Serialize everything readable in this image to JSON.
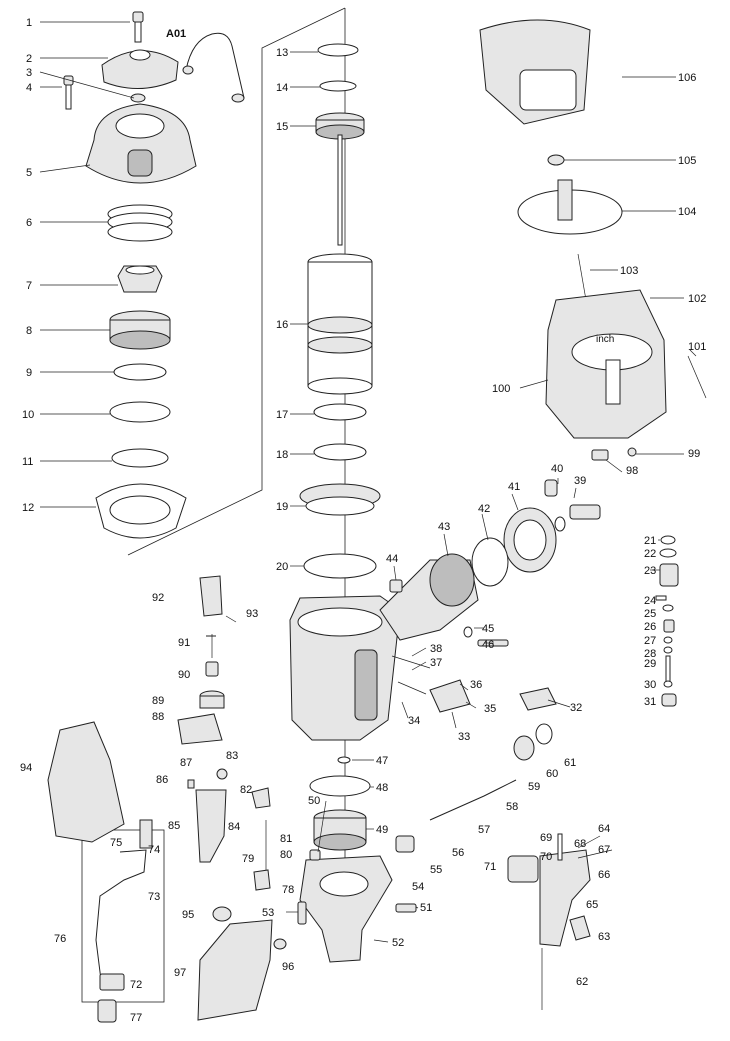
{
  "callouts": [
    "1",
    "2",
    "3",
    "4",
    "5",
    "6",
    "7",
    "8",
    "9",
    "10",
    "11",
    "12",
    "13",
    "14",
    "15",
    "16",
    "17",
    "18",
    "19",
    "20",
    "21",
    "22",
    "23",
    "24",
    "25",
    "26",
    "27",
    "28",
    "29",
    "30",
    "31",
    "32",
    "33",
    "34",
    "35",
    "36",
    "37",
    "38",
    "39",
    "40",
    "41",
    "42",
    "43",
    "44",
    "45",
    "46",
    "47",
    "48",
    "49",
    "50",
    "51",
    "52",
    "53",
    "54",
    "55",
    "56",
    "57",
    "58",
    "59",
    "60",
    "61",
    "62",
    "63",
    "64",
    "65",
    "66",
    "67",
    "68",
    "69",
    "70",
    "71",
    "72",
    "73",
    "74",
    "75",
    "76",
    "77",
    "78",
    "79",
    "80",
    "81",
    "82",
    "83",
    "84",
    "85",
    "86",
    "87",
    "88",
    "89",
    "90",
    "91",
    "92",
    "93",
    "94",
    "95",
    "96",
    "97",
    "98",
    "99",
    "100",
    "101",
    "102",
    "103",
    "104",
    "105",
    "106"
  ],
  "assembly_tag": "A01",
  "scale_mark": "inch"
}
